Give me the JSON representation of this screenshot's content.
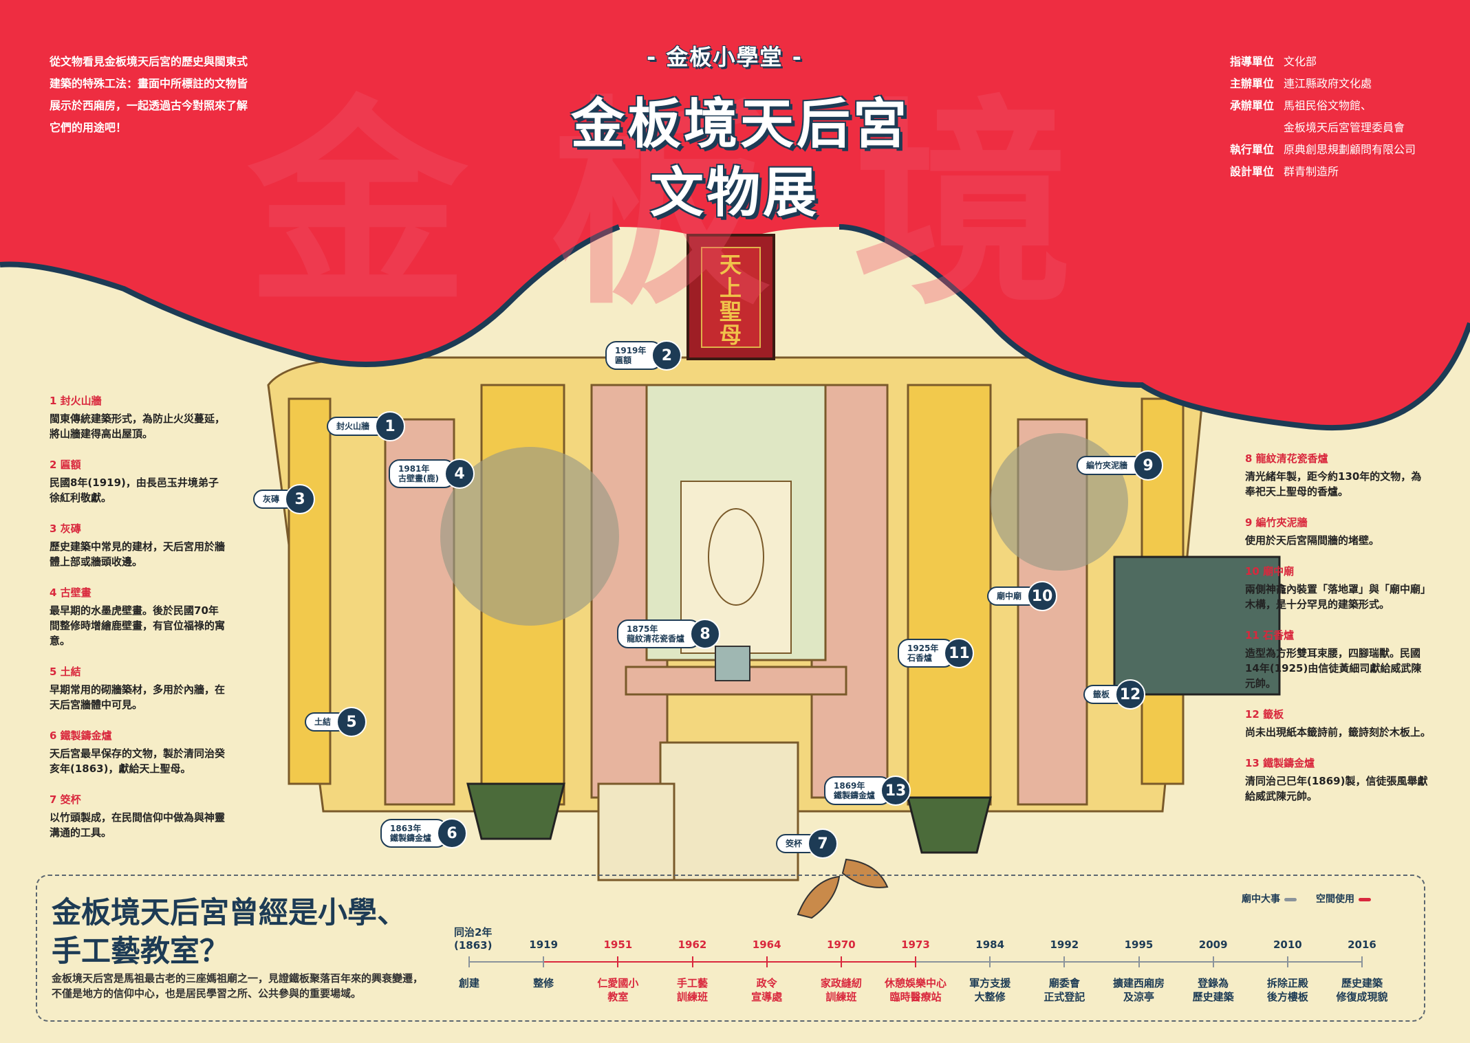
{
  "intro_lines": [
    "從文物看見金板境天后宮的歷史與閩東式",
    "建築的特殊工法：畫面中所標註的文物皆",
    "展示於西廂房，一起透過古今對照來了解",
    "它們的用途吧！"
  ],
  "kicker": "- 金板小學堂 -",
  "title_line1": "金板境天后宮",
  "title_line2": "文物展",
  "bg_characters": "金板境",
  "plaque_text": "天上聖母",
  "credits": [
    {
      "role": "指導單位",
      "org": "文化部"
    },
    {
      "role": "主辦單位",
      "org": "連江縣政府文化處"
    },
    {
      "role": "承辦單位",
      "org": "馬祖民俗文物館、"
    },
    {
      "role": "",
      "org": "金板境天后宮管理委員會"
    },
    {
      "role": "執行單位",
      "org": "原典創思規劃顧問有限公司"
    },
    {
      "role": "設計單位",
      "org": "群青制造所"
    }
  ],
  "legend_left": [
    {
      "head": "1 封火山牆",
      "desc": "閩東傳統建築形式，為防止火災蔓延，將山牆建得高出屋頂。"
    },
    {
      "head": "2 匾額",
      "desc": "民國8年(1919)，由長邑玉井境弟子徐紅利敬獻。"
    },
    {
      "head": "3 灰磚",
      "desc": "歷史建築中常見的建材，天后宮用於牆體上部或牆頭收邊。"
    },
    {
      "head": "4 古壁畫",
      "desc": "最早期的水墨虎壁畫。後於民國70年間整修時增繪鹿壁畫，有官位福祿的寓意。"
    },
    {
      "head": "5 土結",
      "desc": "早期常用的砌牆築材，多用於內牆，在天后宮牆體中可見。"
    },
    {
      "head": "6 鐵製鑄金爐",
      "desc": "天后宮最早保存的文物，製於清同治癸亥年(1863)，獻給天上聖母。"
    },
    {
      "head": "7 筊杯",
      "desc": "以竹頭製成，在民間信仰中做為與神靈溝通的工具。"
    }
  ],
  "legend_right": [
    {
      "head": "8 龍紋清花瓷香爐",
      "desc": "清光緒年製，距今約130年的文物，為奉祀天上聖母的香爐。"
    },
    {
      "head": "9 編竹夾泥牆",
      "desc": "使用於天后宮隔間牆的堵壁。"
    },
    {
      "head": "10 廟中廟",
      "desc": "兩側神龕內裝置「落地罩」與「廟中廟」木構，是十分罕見的建築形式。"
    },
    {
      "head": "11 石香爐",
      "desc": "造型為方形雙耳束腰，四腳瑞獸。民國14年(1925)由信徒黃細司獻給威武陳元帥。"
    },
    {
      "head": "12 籤板",
      "desc": "尚未出現紙本籤詩前，籤詩刻於木板上。"
    },
    {
      "head": "13 鐵製鑄金爐",
      "desc": "清同治己巳年(1869)製，信徒張風舉獻給威武陳元帥。"
    }
  ],
  "markers": [
    {
      "n": "1",
      "tag": "封火山牆"
    },
    {
      "n": "2",
      "tag": "1919年\n匾額"
    },
    {
      "n": "3",
      "tag": "灰磚"
    },
    {
      "n": "4",
      "tag": "1981年\n古壁畫(鹿)"
    },
    {
      "n": "5",
      "tag": "土結"
    },
    {
      "n": "6",
      "tag": "1863年\n鐵製鑄金爐"
    },
    {
      "n": "7",
      "tag": "筊杯"
    },
    {
      "n": "8",
      "tag": "1875年\n龍紋清花瓷香爐"
    },
    {
      "n": "9",
      "tag": "編竹夾泥牆"
    },
    {
      "n": "10",
      "tag": "廟中廟"
    },
    {
      "n": "11",
      "tag": "1925年\n石香爐"
    },
    {
      "n": "12",
      "tag": "籤板"
    },
    {
      "n": "13",
      "tag": "1869年\n鐵製鑄金爐"
    }
  ],
  "question_title_l1": "金板境天后宮曾經是小學、",
  "question_title_l2": "手工藝教室？",
  "question_desc": "金板境天后宮是馬祖最古老的三座媽祖廟之一，見證鐵板聚落百年來的興衰變遷，不僅是地方的信仰中心，也是居民學習之所、公共參與的重要場域。",
  "timeline_legend": {
    "temple": "廟中大事",
    "space": "空間使用",
    "temple_color": "#8a939b",
    "space_color": "#d9283d"
  },
  "timeline": [
    {
      "year": "同治2年\n(1863)",
      "label": "創建",
      "kind": "temple"
    },
    {
      "year": "1919",
      "label": "整修",
      "kind": "temple"
    },
    {
      "year": "1951",
      "label": "仁愛國小\n教室",
      "kind": "space"
    },
    {
      "year": "1962",
      "label": "手工藝\n訓練班",
      "kind": "space"
    },
    {
      "year": "1964",
      "label": "政令\n宣導處",
      "kind": "space"
    },
    {
      "year": "1970",
      "label": "家政縫紉\n訓練班",
      "kind": "space"
    },
    {
      "year": "1973",
      "label": "休憩娛樂中心\n臨時醫療站",
      "kind": "space"
    },
    {
      "year": "1984",
      "label": "軍方支援\n大整修",
      "kind": "temple"
    },
    {
      "year": "1992",
      "label": "廟委會\n正式登記",
      "kind": "temple"
    },
    {
      "year": "1995",
      "label": "擴建西廂房\n及涼亭",
      "kind": "temple"
    },
    {
      "year": "2009",
      "label": "登錄為\n歷史建築",
      "kind": "temple"
    },
    {
      "year": "2010",
      "label": "拆除正殿\n後方樓板",
      "kind": "temple"
    },
    {
      "year": "2016",
      "label": "歷史建築\n修復成現貌",
      "kind": "temple"
    }
  ],
  "colors": {
    "red": "#ee2d41",
    "navy": "#1d3b55",
    "paper": "#f6edc7",
    "yellow": "#f2c94c",
    "pink": "#e9b3a0"
  }
}
